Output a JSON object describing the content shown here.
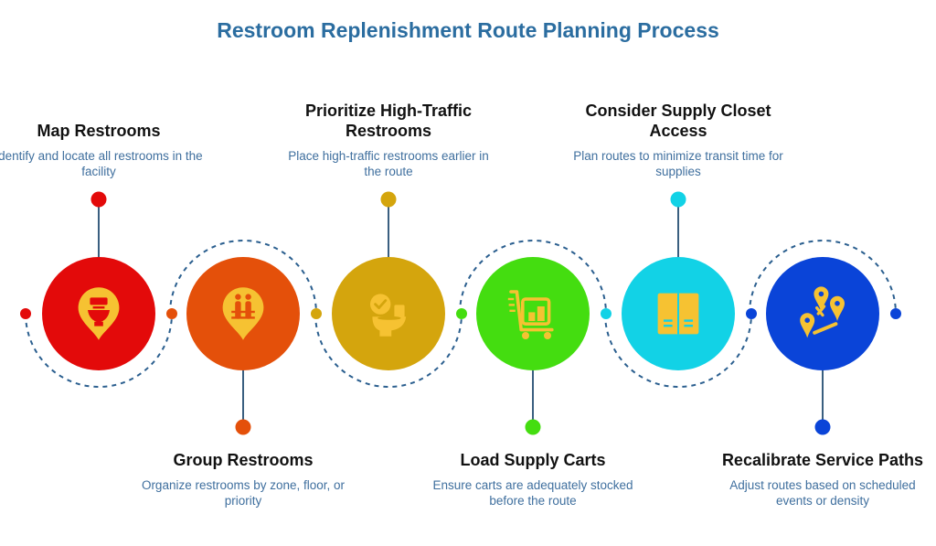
{
  "title": "Restroom Replenishment Route Planning Process",
  "colors": {
    "title": "#2b6da0",
    "dash": "#2b5f8f",
    "connector": "#3a5f80",
    "icon": "#f6c232",
    "step_title": "#111111",
    "step_desc": "#3f6f9e"
  },
  "steps": [
    {
      "title": "Map Restrooms",
      "description": "Identify and locate all restrooms in the facility",
      "color": "#e30a0a",
      "icon": "toilet-pin-icon",
      "label_position": "top"
    },
    {
      "title": "Group Restrooms",
      "description": "Organize restrooms by zone, floor, or priority",
      "color": "#e4500a",
      "icon": "grouped-pin-icon",
      "label_position": "bottom"
    },
    {
      "title": "Prioritize High-Traffic Restrooms",
      "description": "Place high-traffic restrooms earlier in the route",
      "color": "#d4a50d",
      "icon": "checked-toilet-icon",
      "label_position": "top"
    },
    {
      "title": "Load Supply Carts",
      "description": "Ensure carts are adequately stocked before the route",
      "color": "#44dd10",
      "icon": "supply-cart-icon",
      "label_position": "bottom"
    },
    {
      "title": "Consider Supply Closet Access",
      "description": "Plan routes to minimize transit time for supplies",
      "color": "#12d2e6",
      "icon": "supply-closet-icon",
      "label_position": "top"
    },
    {
      "title": "Recalibrate Service Paths",
      "description": "Adjust routes based on scheduled events or density",
      "color": "#0a44d8",
      "icon": "route-pins-icon",
      "label_position": "bottom"
    }
  ]
}
